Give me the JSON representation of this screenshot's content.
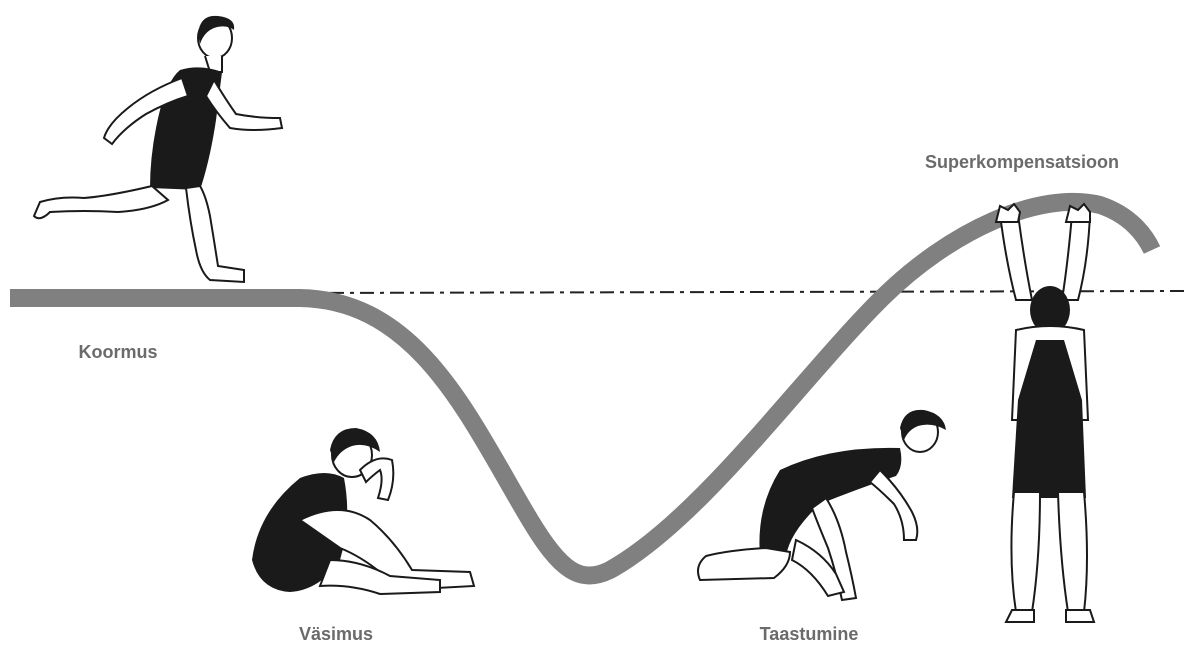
{
  "labels": {
    "load": "Koormus",
    "fatigue": "Väsimus",
    "recovery": "Taastumine",
    "supercompensation": "Superkompensatsioon"
  },
  "colors": {
    "curve": "#808080",
    "ink": "#1a1a1a",
    "label": "#6b6b6b",
    "baseline": "#222222"
  },
  "figures": [
    {
      "name": "running-athlete-figure",
      "depicts": "running"
    },
    {
      "name": "sitting-athlete-figure",
      "depicts": "exhausted sitting"
    },
    {
      "name": "crouching-athlete-figure",
      "depicts": "rising from crouch"
    },
    {
      "name": "reaching-athlete-figure",
      "depicts": "standing, arms raised"
    }
  ]
}
